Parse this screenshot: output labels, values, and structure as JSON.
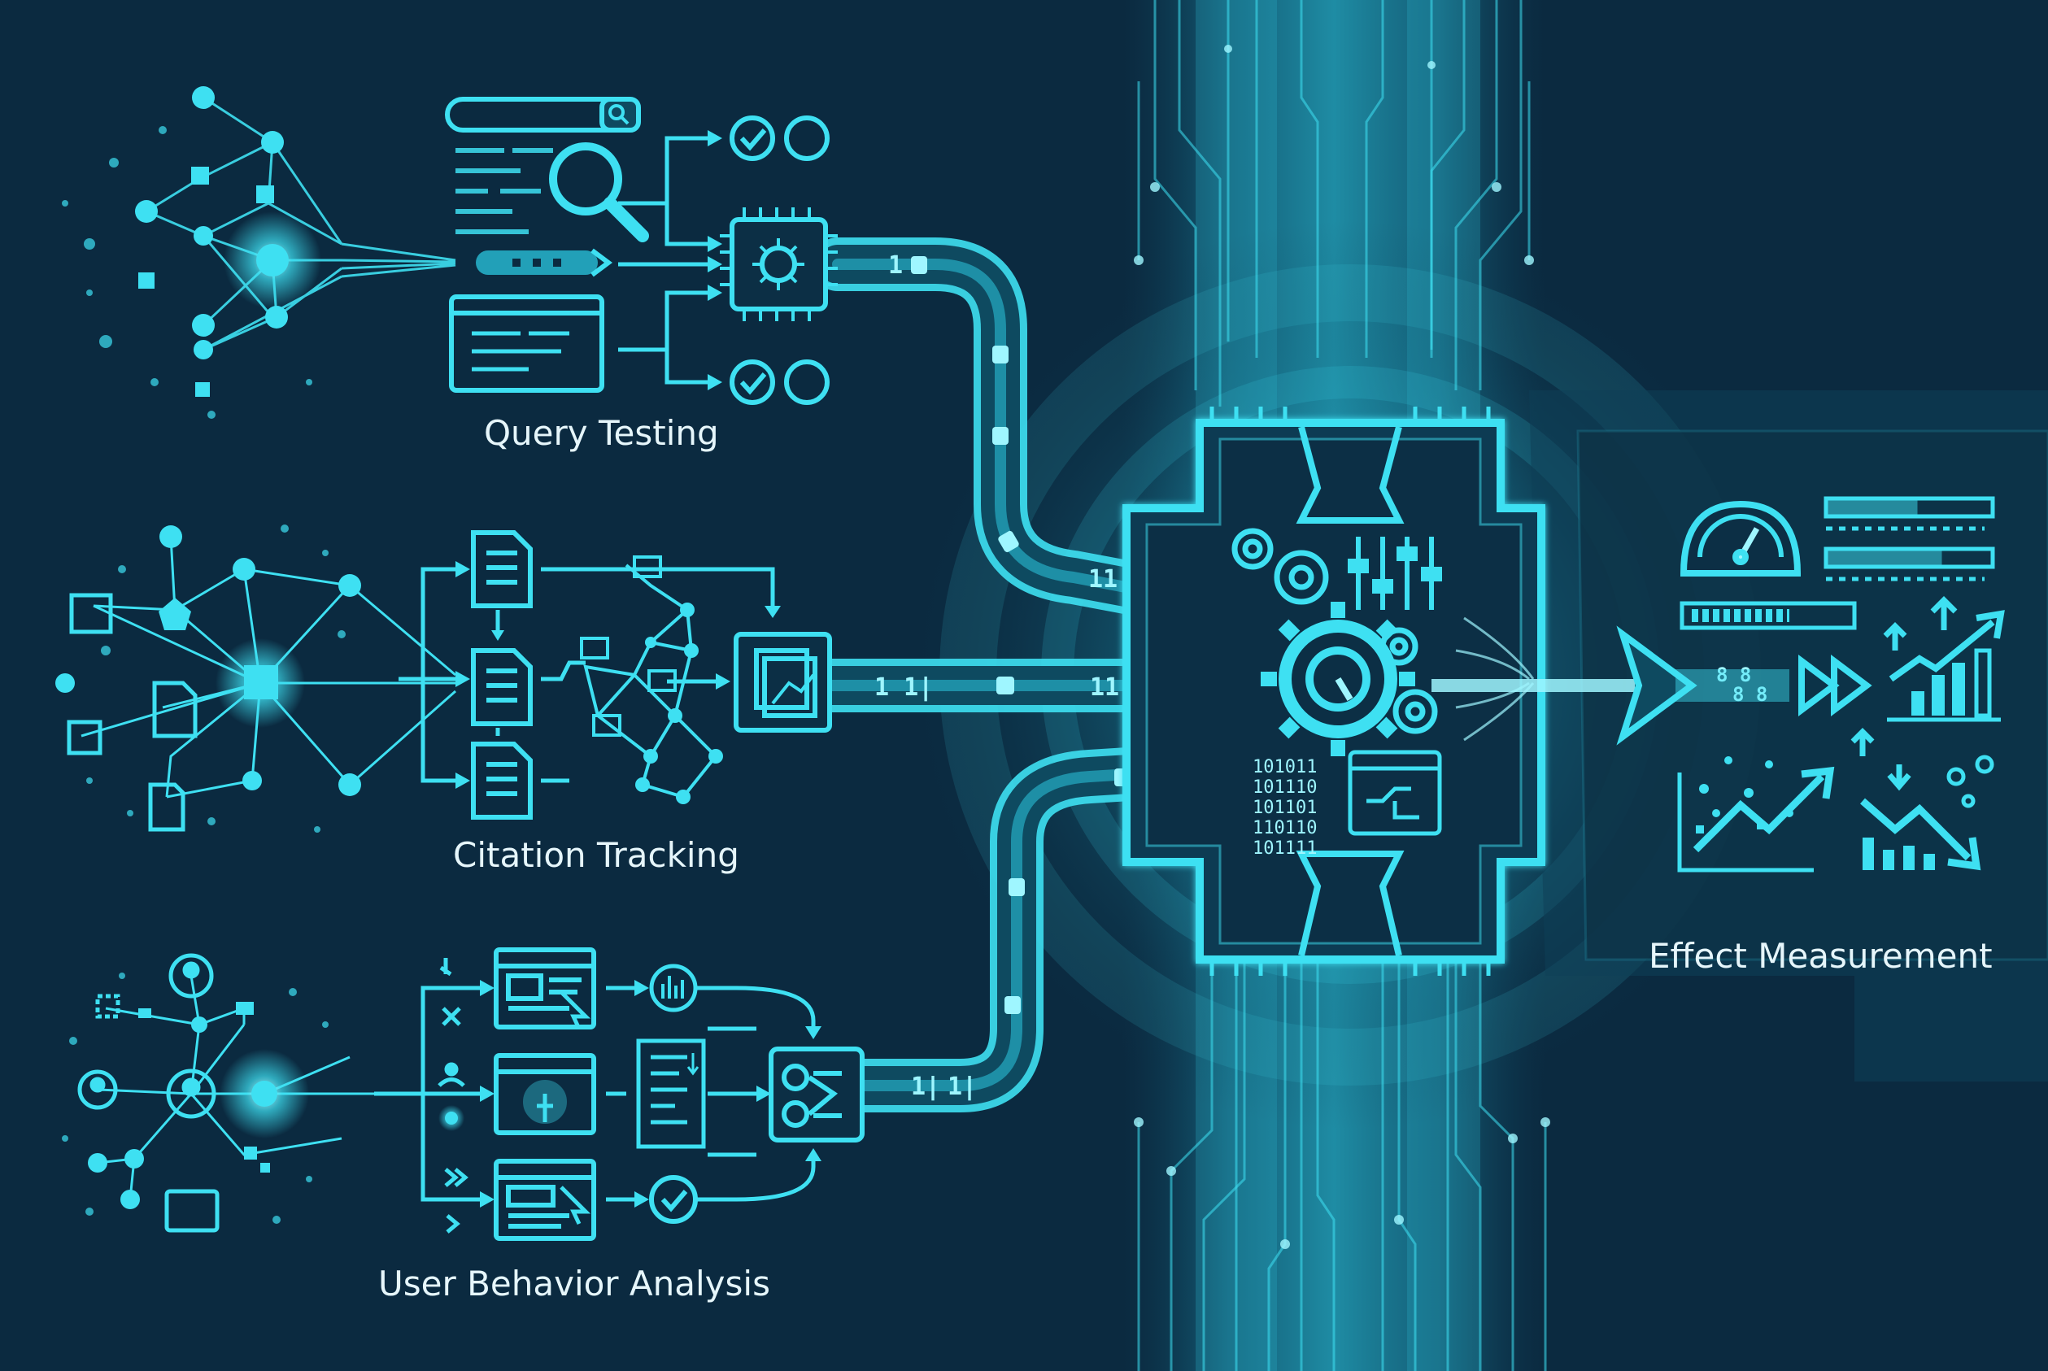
{
  "labels": {
    "query_testing": "Query Testing",
    "citation_tracking": "Citation Tracking",
    "user_behavior_analysis": "User Behavior Analysis",
    "effect_measurement": "Effect Measurement"
  },
  "stream_glyphs": {
    "g1": "1",
    "g2": "11",
    "g3": "1 1|",
    "g4": "11",
    "g5": "8 8",
    "g6": "8 8",
    "g7": "1|",
    "g8": "1|"
  },
  "binary_matrix": [
    "101011",
    "101110",
    "101101",
    "110110",
    "101111"
  ],
  "colors": {
    "background": "#0b2a40",
    "primary": "#3ee0f2",
    "glow": "#9ff6ff",
    "pipe_fill": "#0e4a60",
    "text": "#e6f6fb"
  },
  "icons": [
    "search-icon",
    "check-circle-icon",
    "empty-circle-icon",
    "chip-icon",
    "document-icon",
    "folder-icon",
    "chart-icon",
    "user-icon",
    "cursor-icon",
    "gear-icon",
    "sliders-icon",
    "gauge-icon",
    "arrow-up-icon",
    "arrow-down-icon",
    "play-arrow-icon",
    "network-icon"
  ]
}
